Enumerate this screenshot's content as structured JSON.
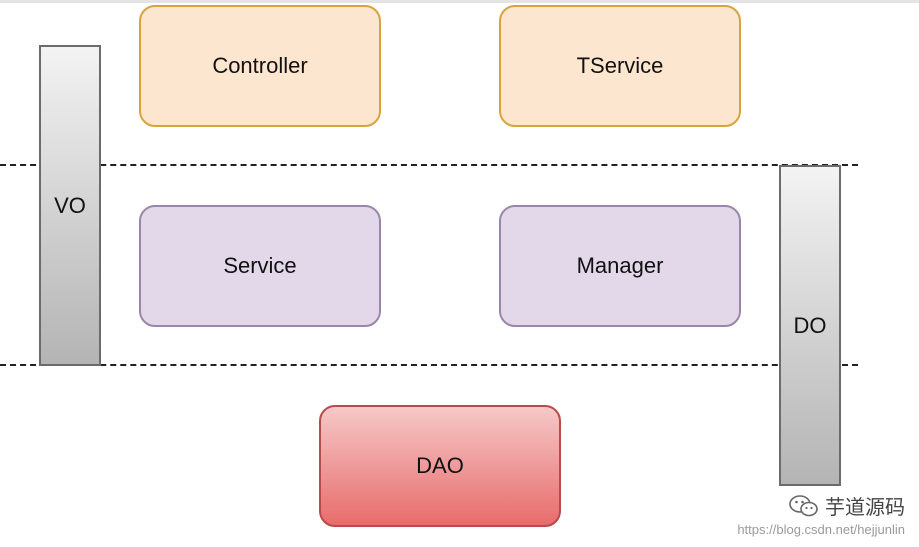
{
  "boxes": {
    "controller": "Controller",
    "tservice": "TService",
    "service": "Service",
    "manager": "Manager",
    "dao": "DAO"
  },
  "bars": {
    "vo": "VO",
    "do": "DO"
  },
  "watermark": {
    "account": "芋道源码",
    "url": "https://blog.csdn.net/hejjunlin",
    "icon": "wechat-icon"
  }
}
